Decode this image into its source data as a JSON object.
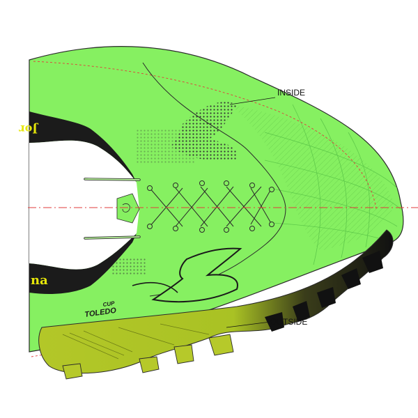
{
  "labels": {
    "inside": "INSIDE",
    "outside": "OUTSIDE"
  },
  "branding": {
    "logo_text_upper": "Jor",
    "logo_text_lower": "na",
    "model_name": "TOLEDO",
    "model_suffix": "CUP"
  },
  "icons": {
    "brand_mark": "joma-j-icon",
    "heel_badge": "joma-heel-badge-icon"
  },
  "colors": {
    "upper": "#86f061",
    "upper_shade": "#7ae456",
    "outsole": "#b6c92a",
    "studs": "#111111",
    "collar": "#1b1b1b",
    "centerline": "#e23b3b",
    "stitch": "#e23b3b",
    "brand_text": "#e6e60a",
    "outline": "#2a2a2a"
  }
}
